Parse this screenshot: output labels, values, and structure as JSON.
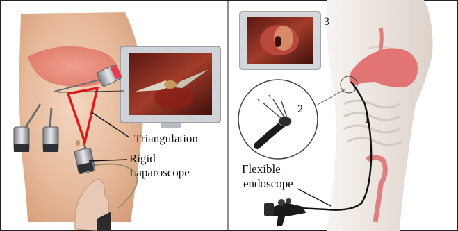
{
  "labels": {
    "triangulation": "Triangulation",
    "rigid_line1": "Rigid",
    "rigid_line2": "Laparoscope",
    "flexible_line1": "Flexible",
    "flexible_line2": "endoscope"
  },
  "markers": {
    "one": "1",
    "two": "2",
    "three": "3"
  },
  "colors": {
    "triangle": "#e01b1b",
    "skin_left": "#e9c3a6",
    "skin_right": "#efe9e4",
    "organ": "#e27474",
    "monitor_frame": "#c9ccd1",
    "panel_border": "#222222"
  },
  "icons": [
    "laparoscopic-trocar-icon",
    "monitor-icon",
    "endoscope-icon",
    "stomach-icon",
    "hand-icon"
  ]
}
